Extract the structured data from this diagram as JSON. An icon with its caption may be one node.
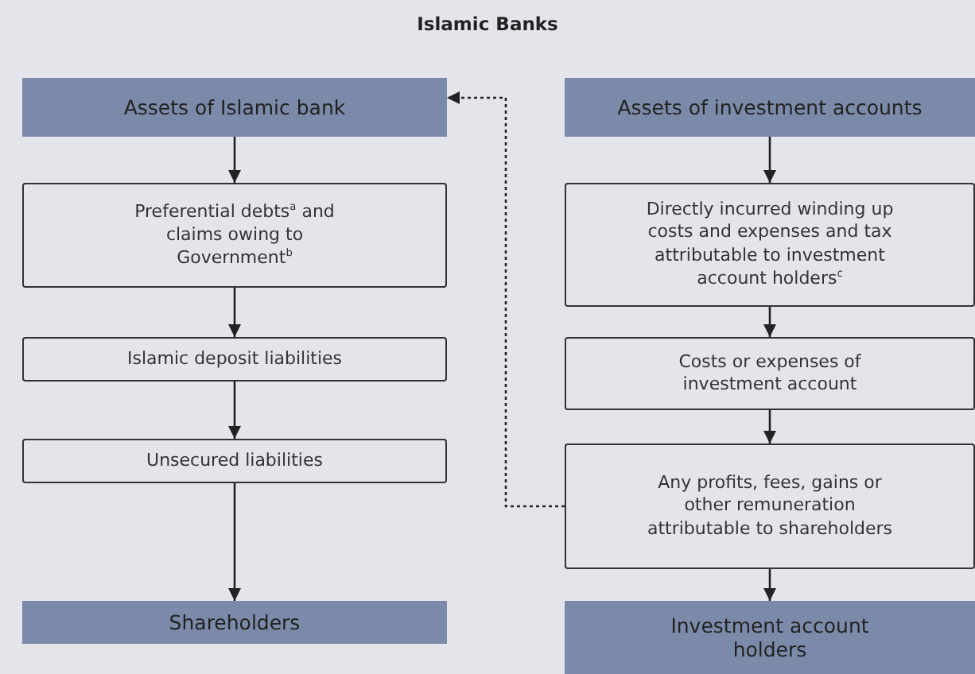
{
  "diagram": {
    "title": "Islamic Banks",
    "nodes": [
      {
        "text": [
          "Assets of Islamic bank"
        ]
      },
      {
        "text": [
          "Assets of investment accounts"
        ]
      },
      {
        "text": [
          "Preferential debts$^{a}$ and claims owing to Government$^{b}$"
        ]
      },
      {
        "text": [
          "Directly incurred winding up costs and expenses and tax attributable to investment account holders$^{c}$"
        ]
      },
      {
        "text": [
          "Islamic deposit liabilities"
        ]
      },
      {
        "text": [
          "Costs or expenses of investment account"
        ]
      },
      {
        "text": [
          "Unsecured liabilities"
        ]
      },
      {
        "text": [
          "Any profits, fees, gains or other remuneration attributable to shareholders"
        ]
      },
      {
        "text": [
          "Shareholders"
        ]
      },
      {
        "text": [
          "Investment account holders"
        ]
      }
    ],
    "edges": [
      {
        "from": 0,
        "to": 2,
        "arrow": "to"
      },
      {
        "from": 2,
        "to": 4,
        "arrow": "to"
      },
      {
        "from": 4,
        "to": 6,
        "arrow": "to"
      },
      {
        "from": 6,
        "to": 8,
        "arrow": "to"
      },
      {
        "from": 1,
        "to": 3,
        "arrow": "to"
      },
      {
        "from": 3,
        "to": 5,
        "arrow": "to"
      },
      {
        "from": 5,
        "to": 7,
        "arrow": "to"
      },
      {
        "from": 7,
        "to": 9,
        "arrow": "to"
      },
      {
        "from": 7,
        "to": 0,
        "arrow": "to",
        "style": "dashed"
      }
    ]
  }
}
